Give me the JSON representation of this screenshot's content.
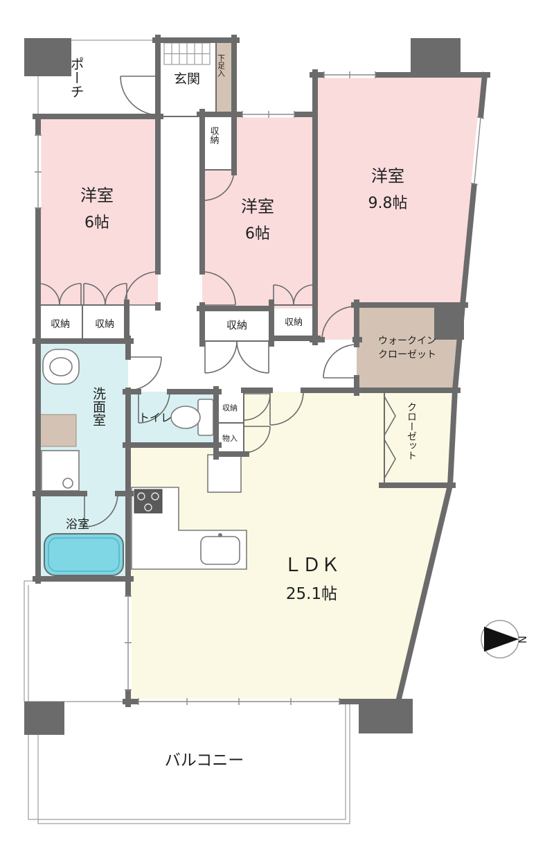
{
  "plan": {
    "colors": {
      "wall": "#6b6b6b",
      "bedroom_pink": "#fadcdd",
      "ldk_cream": "#fbf9e4",
      "wet_cyan": "#d8f0f2",
      "closet_tan": "#d4c3b4",
      "balcony_gray": "#d7d7d7",
      "tub_cyan": "#7fd6e4"
    },
    "labels": {
      "porch": "ポーチ",
      "entrance": "玄関",
      "shoe_cupboard": "下足入",
      "storage_entrance": "収納",
      "bedroom_left_name": "洋室",
      "bedroom_left_size": "6帖",
      "bedroom_mid_name": "洋室",
      "bedroom_mid_size": "6帖",
      "bedroom_right_name": "洋室",
      "bedroom_right_size": "9.8帖",
      "closet_left_1": "収納",
      "closet_left_2": "収納",
      "closet_mid_1": "収納",
      "closet_mid_2": "収納",
      "wic_line1": "ウォークイン",
      "wic_line2": "クローゼット",
      "closet_right": "クローゼット",
      "washroom": "洗面室",
      "toilet": "トイレ",
      "storage_hall": "収納",
      "cupboard_hall": "物入",
      "bathroom": "浴室",
      "ldk_name": "ＬＤＫ",
      "ldk_size": "25.1帖",
      "balcony": "バルコニー"
    },
    "compass": {
      "north_label": "N"
    }
  }
}
